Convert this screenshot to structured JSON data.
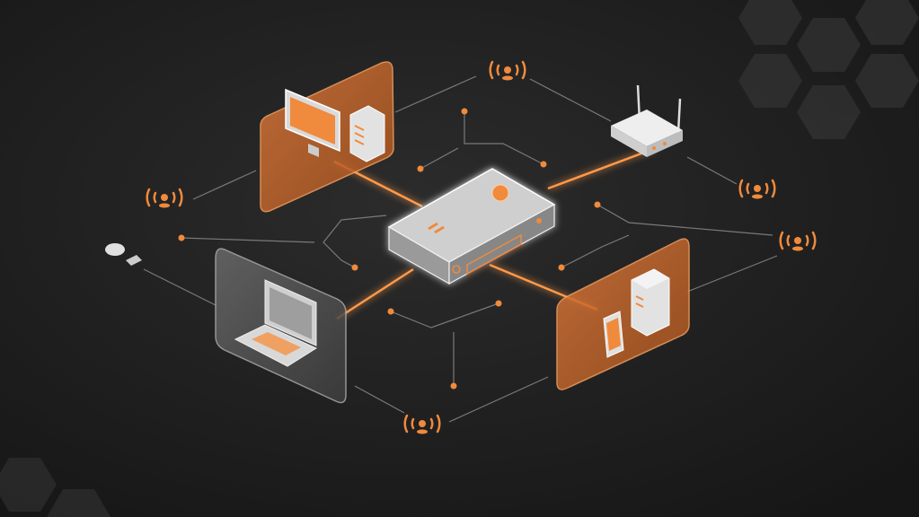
{
  "colors": {
    "background_dark": "#171717",
    "background_light": "#2e2e2e",
    "accent_orange": "#f08a3c",
    "panel_orange": "#c8682a",
    "device_gray": "#9a9a9a",
    "line_gray": "#8a8a8a"
  },
  "icons": [
    "network-hub",
    "desktop-monitor",
    "tower-server",
    "laptop",
    "wifi-router",
    "smartphone",
    "server-tower",
    "wifi-signal",
    "usb-dongle"
  ]
}
